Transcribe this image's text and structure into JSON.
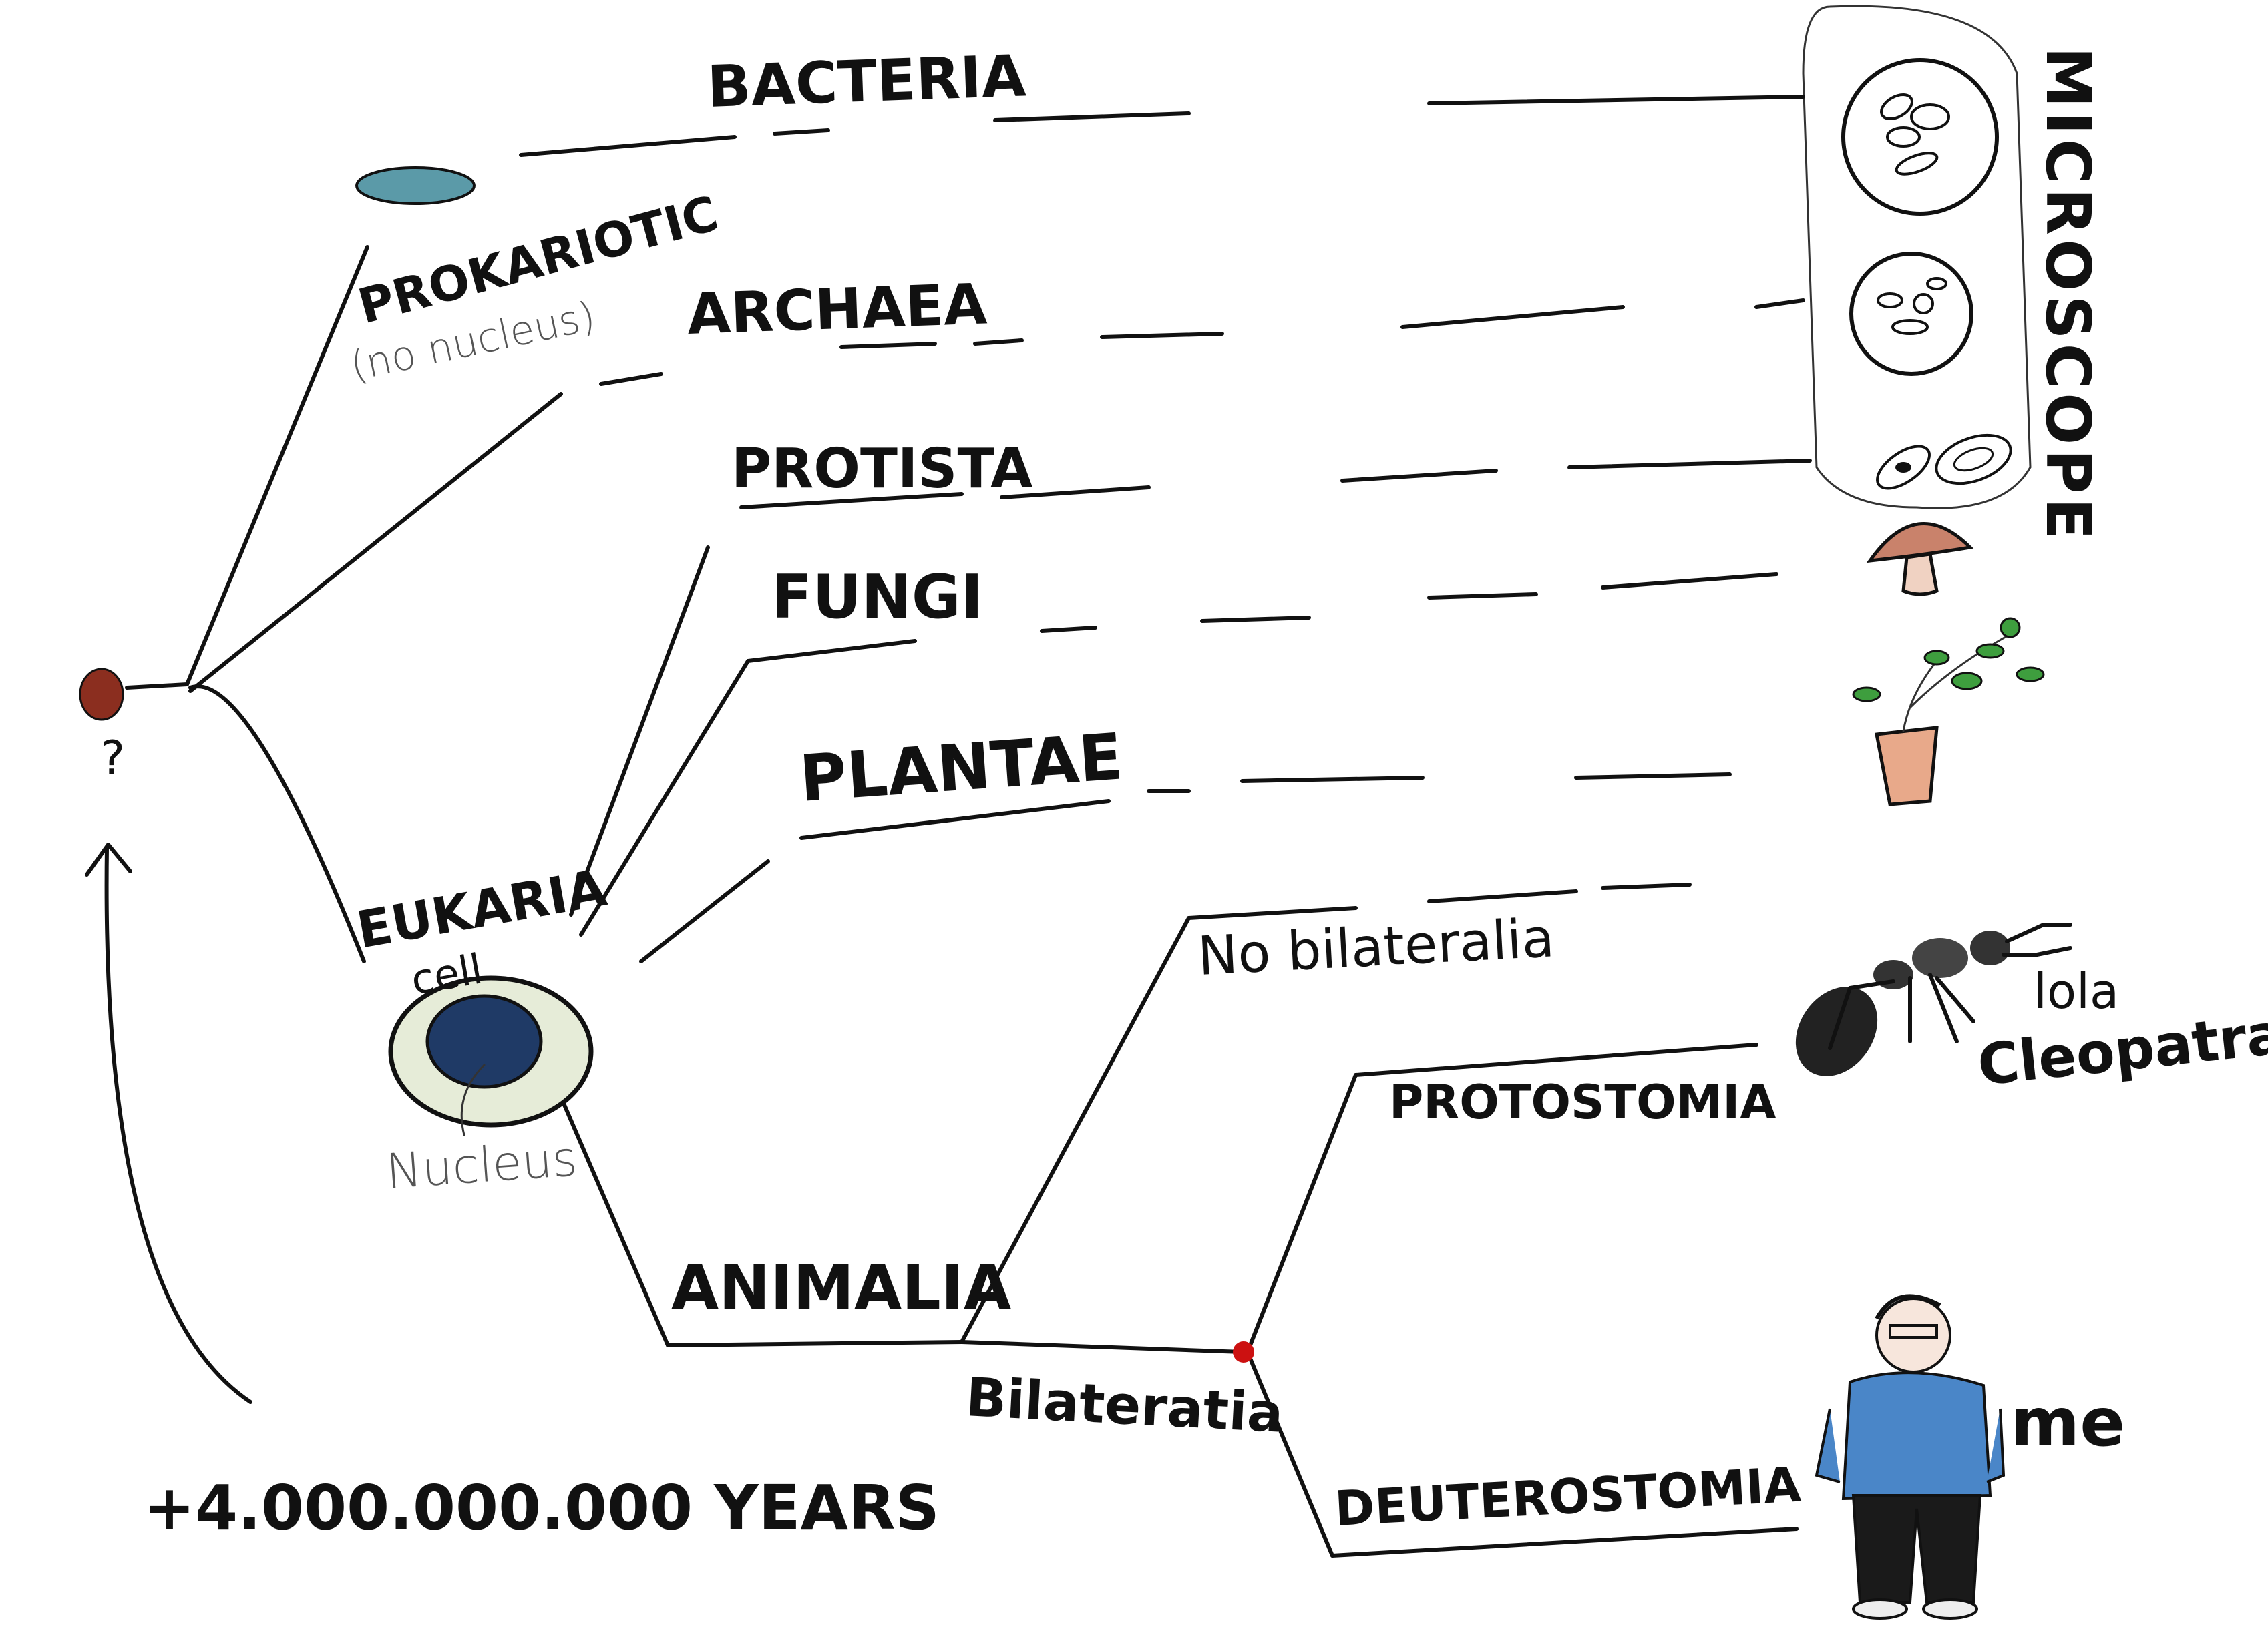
{
  "labels": {
    "bacteria": "BACTERIA",
    "prokariotic": "PROKARIOTIC",
    "no_nucleus": "(no nucleus)",
    "archaea": "ARCHAEA",
    "protista": "PROTISTA",
    "fungi": "FUNGI",
    "plantae": "PLANTAE",
    "eukaria": "EUKARIA",
    "cell": "cell",
    "nucleus": "Nucleus",
    "animalia": "ANIMALIA",
    "no_bilateralia": "No bilateralia",
    "protostomia": "PROTOSTOMIA",
    "bilateralia": "Bilateratia",
    "deuterostomia": "DEUTEROSTOMIA",
    "lola": "lola",
    "cleopatra": "Cleopatra",
    "me": "me",
    "microscope": "MICROSCOPE",
    "question": "?",
    "years": "+4.000.000.000 YEARS"
  },
  "colors": {
    "ink": "#111111",
    "root_dot": "#8b2e1f",
    "prokaryote_cell": "#5b9aa8",
    "eukaryote_nucleus": "#1f3a66",
    "eukaryote_cell": "#e6ecd8",
    "bilateralia_dot": "#cc1111",
    "mushroom_cap": "#c9826b",
    "pot": "#e8a98a",
    "leaf": "#3e9e3e",
    "ant": "#222222",
    "person_shirt": "#4a86c8",
    "person_pants": "#1a1a1a"
  },
  "icons": {
    "bacteria": "bacteria-cell-icon",
    "archaea": "archaea-cell-icon",
    "protista": "protist-icon",
    "fungi": "mushroom-icon",
    "plantae": "potted-plant-icon",
    "ant": "ant-icon",
    "person": "person-icon"
  }
}
